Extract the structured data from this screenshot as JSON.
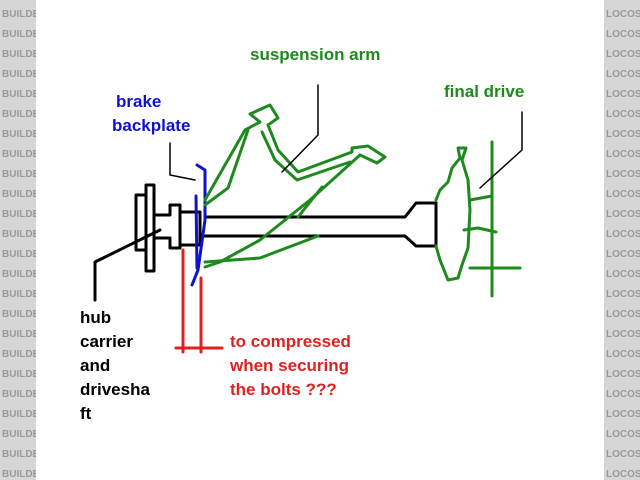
{
  "watermark": {
    "left_text": "BUILDERS.CO",
    "right_text": "LOCOST",
    "rows": 24
  },
  "labels": {
    "suspension_arm": "suspension arm",
    "final_drive": "final drive",
    "brake_line1": "brake",
    "brake_line2": "backplate",
    "hub_line1": "hub",
    "hub_line2": "carrier",
    "hub_line3": "and",
    "hub_line4": "drivesha",
    "hub_line5": "ft",
    "question_line1": "to compressed",
    "question_line2": "when securing",
    "question_line3": "the bolts ???"
  },
  "colors": {
    "green": "#1e8a1e",
    "blue": "#1010d0",
    "red": "#e02020",
    "black": "#000000",
    "strip": "#d6d6d6",
    "watermark": "#9a9a9a"
  }
}
